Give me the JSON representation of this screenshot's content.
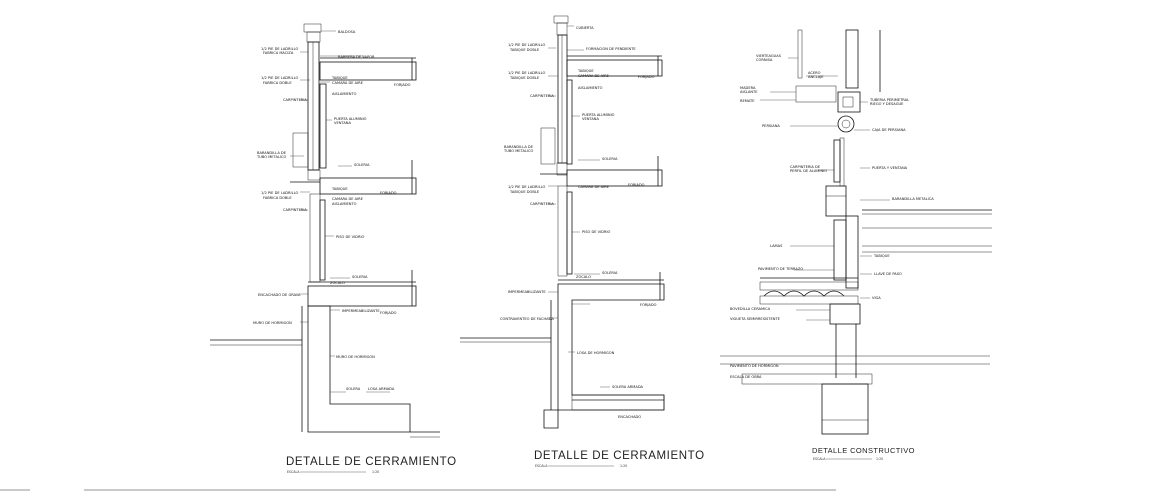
{
  "details": [
    {
      "title": "DETALLE  DE  CERRAMIENTO",
      "scale_label": "ESCALA",
      "scale_value": "1:20",
      "labels": {
        "top1": "BALDOSA",
        "left1": "1/2 PIE DE LADRILLO",
        "left1b": "FABRICA MACIZA",
        "right1": "BARRERA DE VAPOR",
        "right1b": "FORJADO",
        "left2": "1/2 PIE DE LADRILLO",
        "left2b": "FABRICA DOBLE",
        "right2": "TABIQUE",
        "right2b": "CAMARA DE AIRE",
        "right2c": "AISLAMIENTO",
        "left3": "CARPINTERIA",
        "right3": "PUERTA ALUMINIO",
        "right3b": "VENTANA",
        "left4": "BARANDILLA DE",
        "left4b": "TUBO METALICO",
        "right4": "SOLERIA",
        "right5": "TABIQUE",
        "right5b": "FORJADO",
        "left6": "1/2 PIE DE LADRILLO",
        "left6b": "FABRICA DOBLE",
        "left7": "CARPINTERIA",
        "right7": "CAMARA DE AIRE",
        "right7b": "AISLAMIENTO",
        "right8": "PISO DE VIDRIO",
        "right9": "SOLERIA",
        "right9b": "ZOCALO",
        "left10": "ENCACHADO DE GRAVA",
        "right10": "IMPERMEABILIZANTE",
        "right10b": "FORJADO",
        "left11": "MURO DE HORMIGON",
        "right11": "MURO DE HORMIGON",
        "right12": "SOLERA",
        "right12b": "LOSA ARMADA"
      }
    },
    {
      "title": "DETALLE  DE  CERRAMIENTO",
      "scale_label": "ESCALA",
      "scale_value": "1:20",
      "labels": {
        "top1": "CUBIERTA",
        "left1": "1/2 PIE DE LADRILLO",
        "left1b": "TABIQUE DOBLE",
        "right1": "FORMACION DE PENDIENTE",
        "right1b": "FORJADO",
        "left2": "1/2 PIE DE LADRILLO",
        "left2b": "TABIQUE DOBLE",
        "right2": "TABIQUE",
        "right2b": "CAMARA DE AIRE",
        "right2c": "AISLAMIENTO",
        "left3": "CARPINTERIA",
        "right3": "PUERTA ALUMINIO",
        "right3b": "VENTANA",
        "left4": "BARANDILLA DE",
        "left4b": "TUBO METALICO",
        "right4": "SOLERIA",
        "right5": "FORJADO",
        "left6": "1/2 PIE DE LADRILLO",
        "left6b": "TABIQUE DOBLE",
        "left7": "CARPINTERIA",
        "right7": "CAMARA DE AIRE",
        "right8": "PISO DE VIDRIO",
        "right9": "SOLERIA",
        "right9b": "ZOCALO",
        "left10": "IMPERMEABILIZANTE",
        "right10": "FORJADO",
        "left11": "CONTRAVENTEO DE FACHADA",
        "right11": "LOSA DE HORMIGON",
        "right12": "SOLERA ARMADA",
        "right12b": "ENCACHADO"
      }
    },
    {
      "title": "DETALLE  CONSTRUCTIVO",
      "scale_label": "ESCALA",
      "scale_value": "1:20",
      "labels": {
        "r1": "VIERTEAGUAS",
        "r1b": "CORNISA",
        "r2": "ACERO",
        "r2b": "ANCLAJE",
        "l1": "MADERA",
        "l1b": "AISLANTE",
        "l2": "REMATE",
        "r3": "TUBERIA PERIMETRAL",
        "r3b": "RIEGO Y DESAGUE",
        "l3": "PERSIANA",
        "r4": "CAJA DE PERSIANA",
        "l4": "CARPINTERIA DE",
        "l4b": "PERFIL DE ALUMINIO",
        "r5": "PUERTA Y VENTANA",
        "r6": "BARANDILLA METALICA",
        "l5": "LAMAS",
        "r7": "TABIQUE",
        "l6": "PAVIMENTO DE TERRAZO",
        "r8": "LLAVE DE PASO",
        "l7": "BOVEDILLA CERAMICA",
        "l7b": "VIGUETA SEMIRRESISTENTE",
        "r9": "VIGA",
        "l8": "PAVIMENTO DE HORMIGON",
        "l8b": "ESCALA DE OBRA"
      }
    }
  ],
  "colors": {
    "ink": "#111111",
    "poche": "#555555",
    "paper": "#ffffff"
  }
}
